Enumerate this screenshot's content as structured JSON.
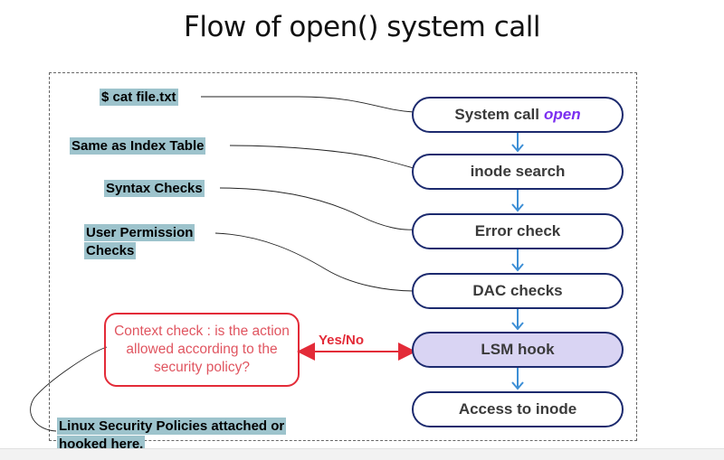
{
  "title": "Flow of open() system call",
  "nodes": {
    "syscall": {
      "text": "System call",
      "em": "open"
    },
    "inode_search": "inode search",
    "error_check": "Error check",
    "dac_checks": "DAC checks",
    "lsm_hook": "LSM hook",
    "access_inode": "Access to inode"
  },
  "labels": {
    "cat": "$ cat  file.txt",
    "index_table": "Same as Index Table",
    "syntax": "Syntax Checks",
    "perm_line1": "User Permission",
    "perm_line2": "Checks",
    "linux_line1": "Linux Security Policies attached or",
    "linux_line2": "hooked here."
  },
  "context_check": "Context check : is the action allowed according to the security policy?",
  "yes_no": "Yes/No",
  "colors": {
    "node_border": "#1c2a6e",
    "arrow": "#3d8fd6",
    "lsm_fill": "#d9d4f3",
    "context_red": "#e32b38",
    "label_bg": "#9dc3cc"
  }
}
